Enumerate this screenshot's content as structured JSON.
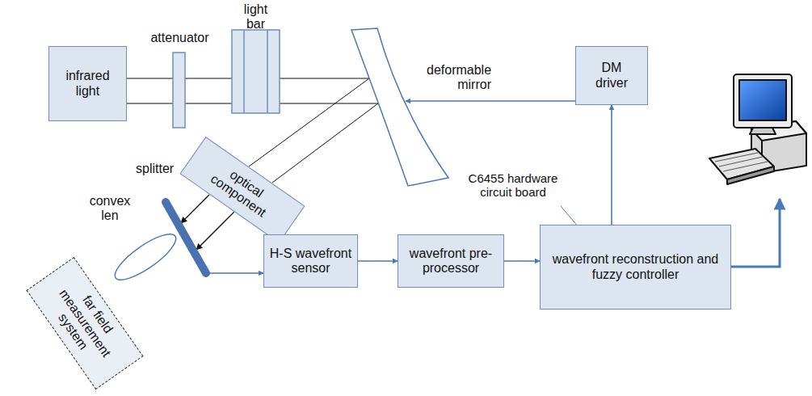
{
  "diagram": {
    "nodes": [
      {
        "text": [
          "infrared light"
        ]
      },
      {
        "text": [
          "attenuator"
        ]
      },
      {
        "text": [
          "light bar"
        ]
      },
      {
        "text": [
          "deformable mirror"
        ]
      },
      {
        "text": [
          "optical component"
        ]
      },
      {
        "text": [
          "splitter"
        ]
      },
      {
        "text": [
          "convex len"
        ]
      },
      {
        "text": [
          "far field measurement system"
        ]
      },
      {
        "text": [
          "H-S wavefront sensor"
        ]
      },
      {
        "text": [
          "wavefront pre-processor"
        ]
      },
      {
        "text": [
          "wavefront reconstruction and fuzzy controller"
        ]
      },
      {
        "text": [
          "DM driver"
        ]
      }
    ],
    "edges": [
      {
        "from": 0,
        "to": 1,
        "arrow": "none"
      },
      {
        "from": 1,
        "to": 2,
        "arrow": "none"
      },
      {
        "from": 2,
        "to": 3,
        "arrow": "none"
      },
      {
        "from": 3,
        "to": 4,
        "arrow": "none"
      },
      {
        "from": 4,
        "to": 5,
        "arrow": "to"
      },
      {
        "from": 4,
        "to": 5,
        "arrow": "to"
      },
      {
        "from": 5,
        "to": 8,
        "arrow": "to"
      },
      {
        "from": 8,
        "to": 9,
        "arrow": "to"
      },
      {
        "from": 9,
        "to": 10,
        "arrow": "to"
      },
      {
        "from": 10,
        "to": 11,
        "arrow": "to"
      },
      {
        "from": 11,
        "to": 3,
        "arrow": "to"
      }
    ],
    "labels": [
      "C6455 hardware circuit board"
    ]
  }
}
